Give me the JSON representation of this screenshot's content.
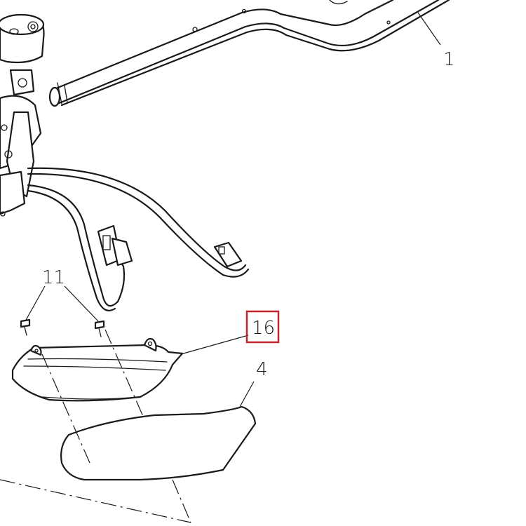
{
  "callouts": {
    "c1": "1",
    "c4": "4",
    "c11": "11",
    "c16": "16"
  },
  "highlight": {
    "callout": "16",
    "color": "#c0262d"
  }
}
